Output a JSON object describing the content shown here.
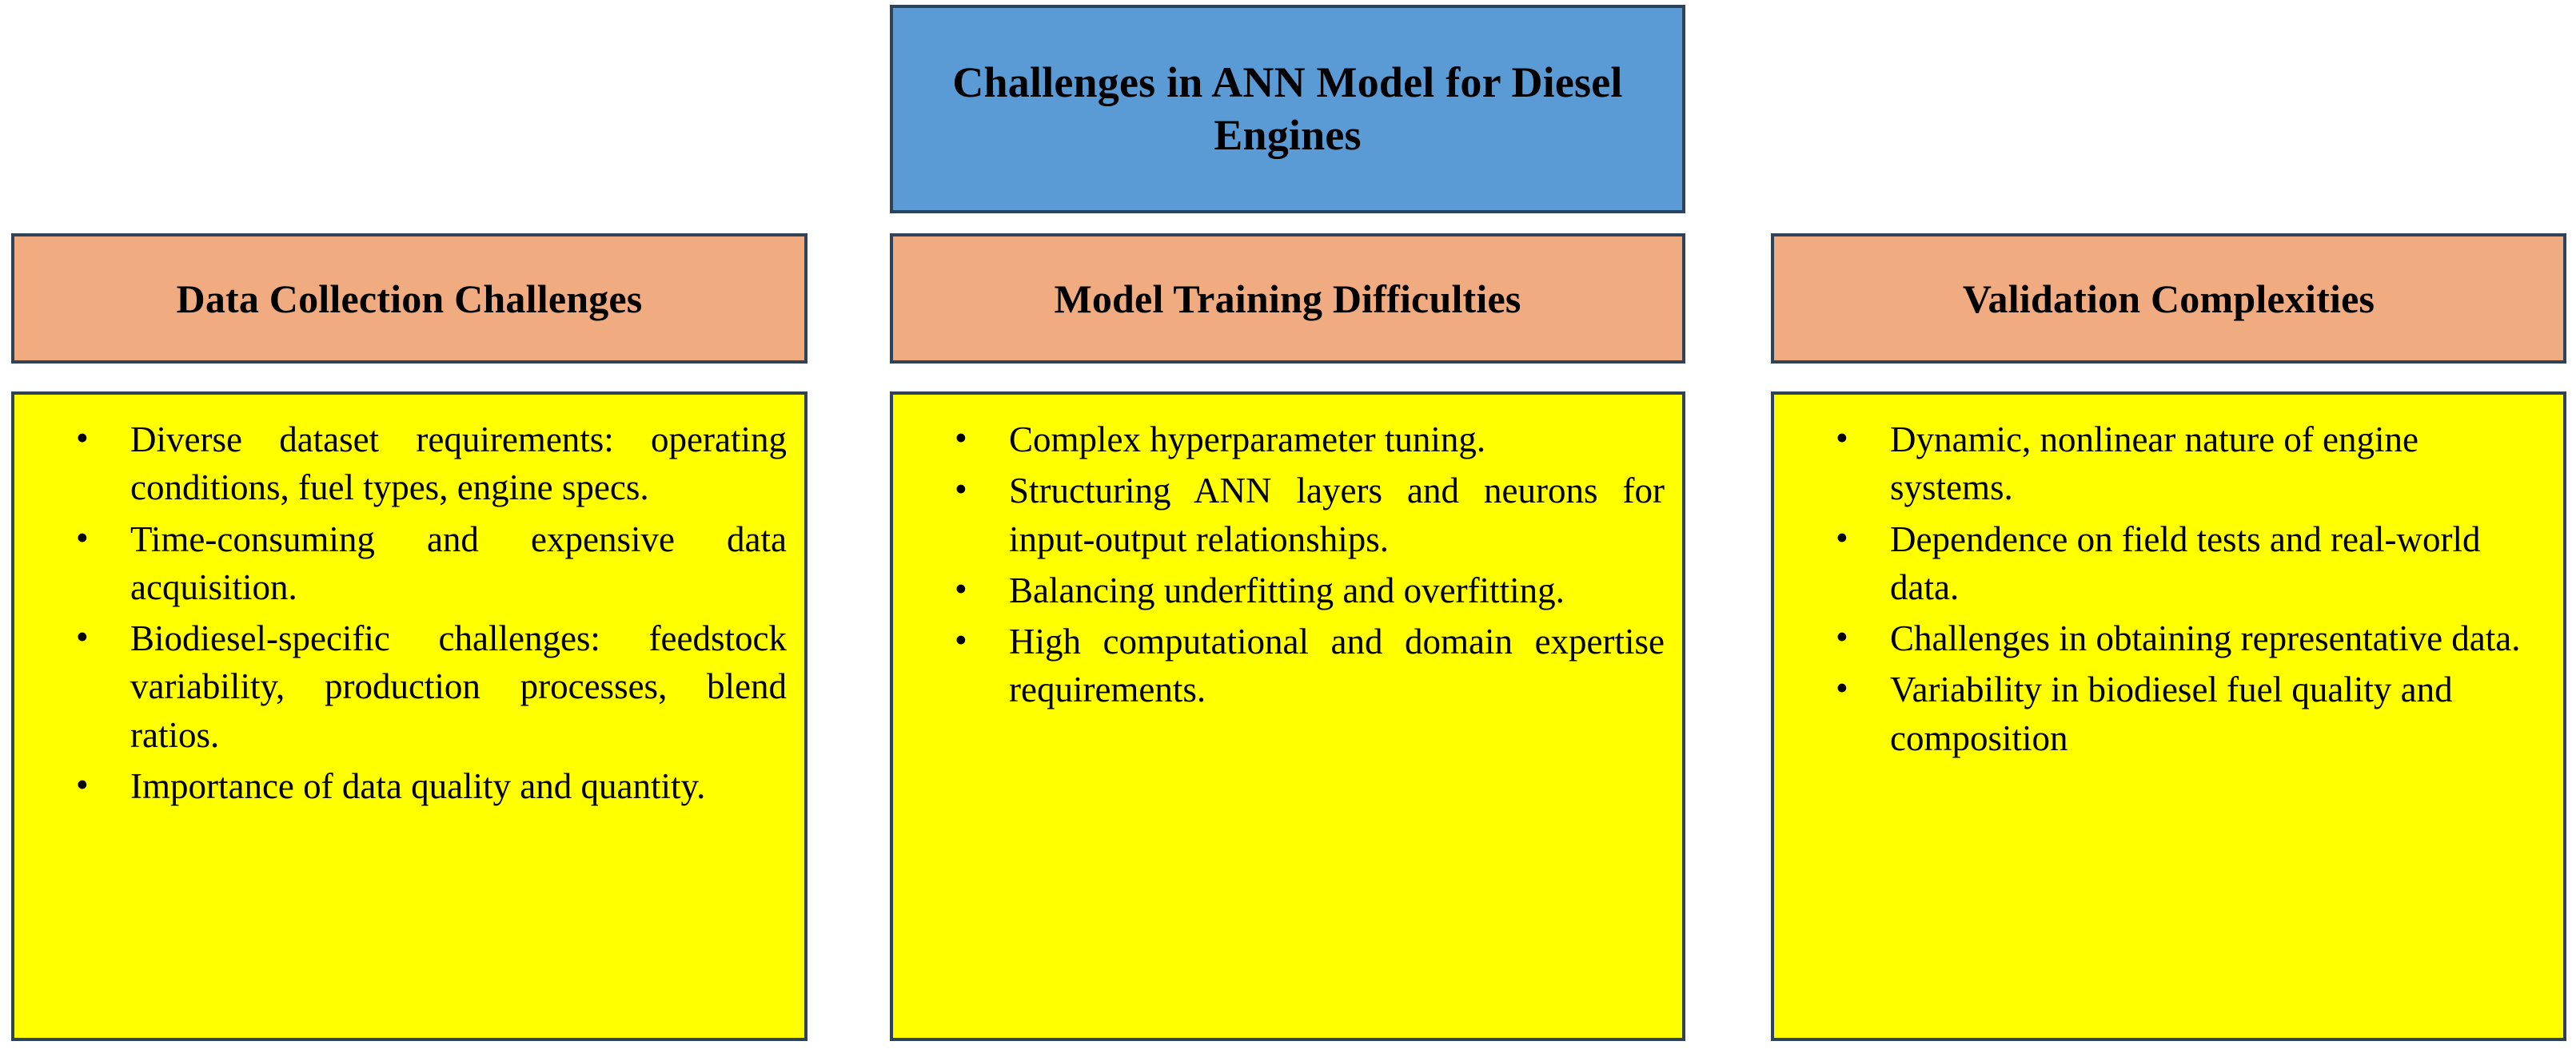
{
  "title_box": {
    "text": "Challenges in ANN Model for Diesel Engines",
    "background": "#5B9BD5",
    "border": "#2E4359"
  },
  "colors": {
    "header_background": "#F0AC80",
    "body_background": "#FFFF00",
    "border": "#2E4359",
    "text": "#000000"
  },
  "columns": [
    {
      "header": "Data Collection Challenges",
      "align": "justify",
      "bullets": [
        "Diverse dataset requirements: operating conditions, fuel types, engine specs.",
        "Time-consuming and expensive data acquisition.",
        "Biodiesel-specific challenges: feedstock variability, production processes, blend ratios.",
        "Importance of data quality and quantity."
      ]
    },
    {
      "header": "Model Training Difficulties",
      "align": "justify",
      "bullets": [
        "Complex hyperparameter tuning.",
        "Structuring ANN layers and neurons for input-output relationships.",
        "Balancing underfitting and overfitting.",
        "High computational and domain expertise requirements."
      ]
    },
    {
      "header": "Validation Complexities",
      "align": "left",
      "bullets": [
        "Dynamic, nonlinear nature of engine systems.",
        "Dependence on field tests and real-world data.",
        "Challenges in obtaining representative data.",
        "Variability in biodiesel fuel quality and composition"
      ]
    }
  ]
}
